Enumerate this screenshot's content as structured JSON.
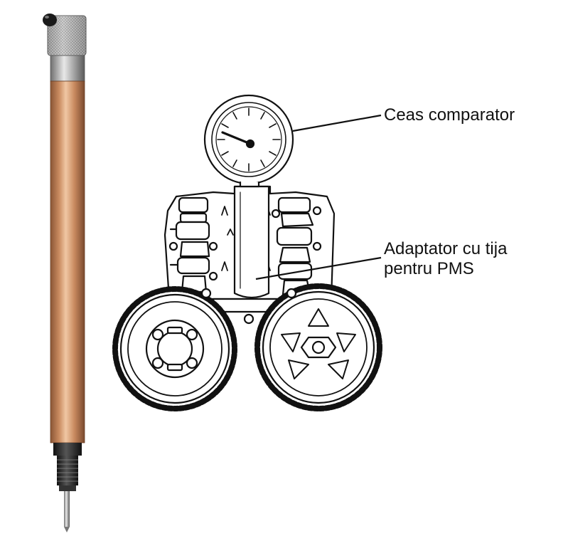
{
  "labels": {
    "ceas_comparator": "Ceas comparator",
    "adaptor_line1": "Adaptator cu tija",
    "adaptor_line2": "pentru PMS"
  },
  "colors": {
    "rod_copper": "#c98a5f",
    "rod_highlight": "#f0c7a4",
    "rod_shadow": "#8a5535",
    "knurl": "#b8b8b8",
    "steel": "#9a9a9a",
    "ink": "#111111"
  }
}
